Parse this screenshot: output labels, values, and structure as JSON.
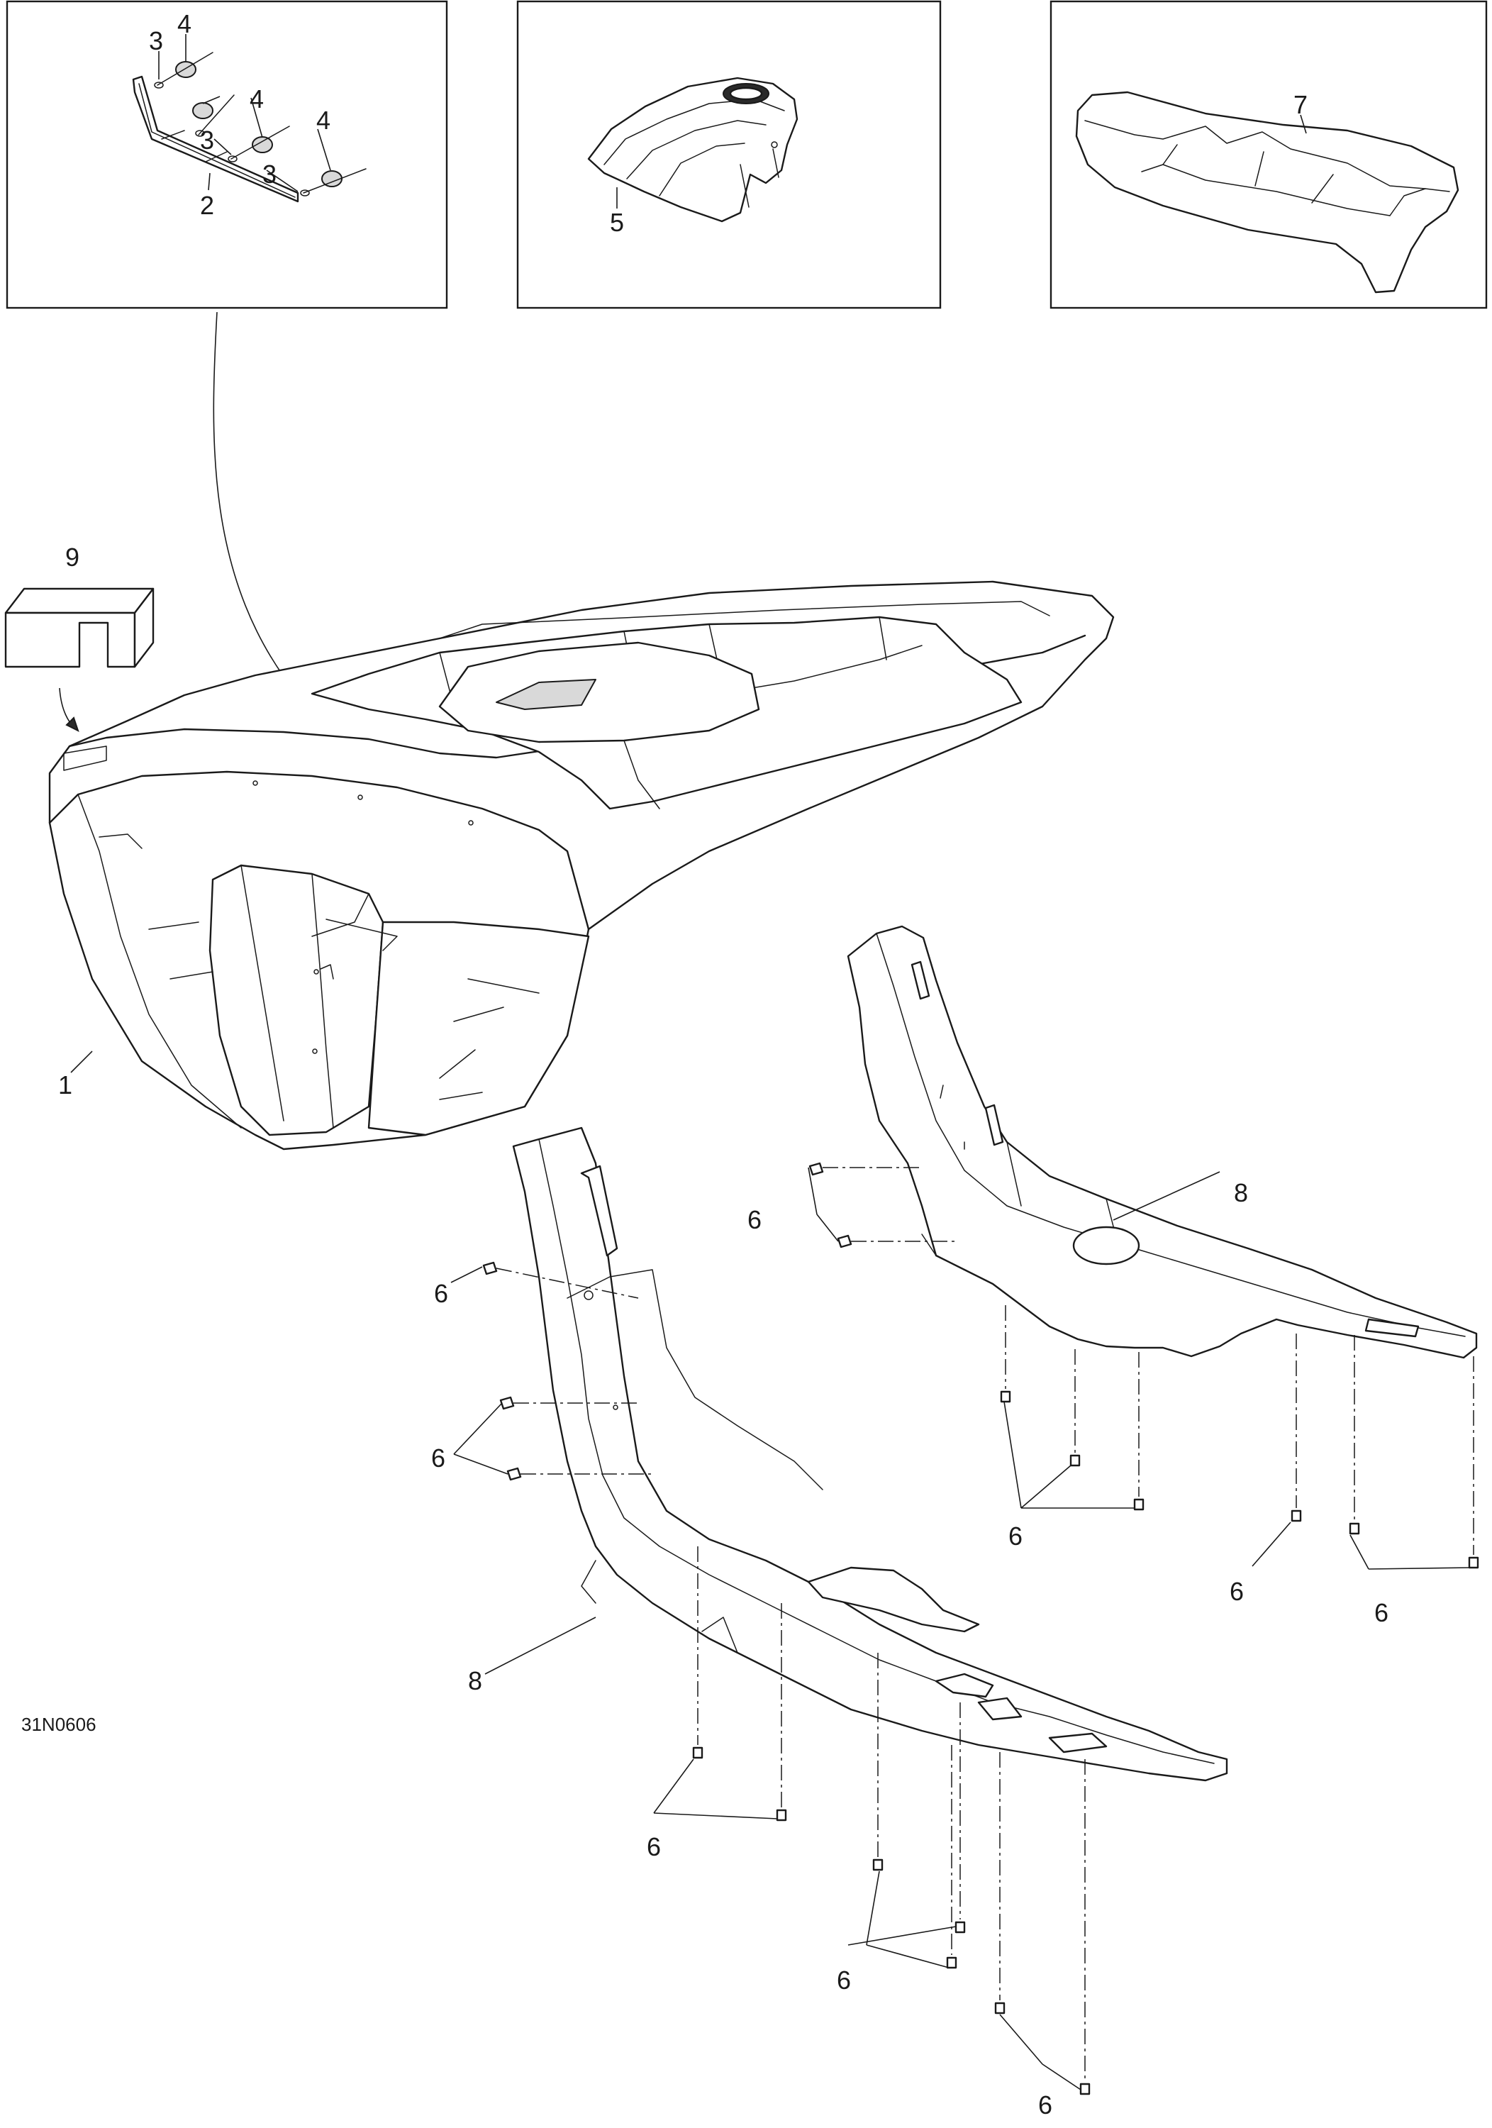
{
  "reference_code": "31N0606",
  "callouts": {
    "c1": "1",
    "c2": "2",
    "c3a": "3",
    "c3b": "3",
    "c3c": "3",
    "c4a": "4",
    "c4b": "4",
    "c4c": "4",
    "c5": "5",
    "c6_upper_left": "6",
    "c6_mid_left": "6",
    "c6_upper_right": "6",
    "c6_right_a": "6",
    "c6_right_b": "6",
    "c6_right_c": "6",
    "c6_lower_a": "6",
    "c6_lower_b": "6",
    "c6_lower_c": "6",
    "c7": "7",
    "c8_right": "8",
    "c8_lower": "8",
    "c9": "9"
  }
}
